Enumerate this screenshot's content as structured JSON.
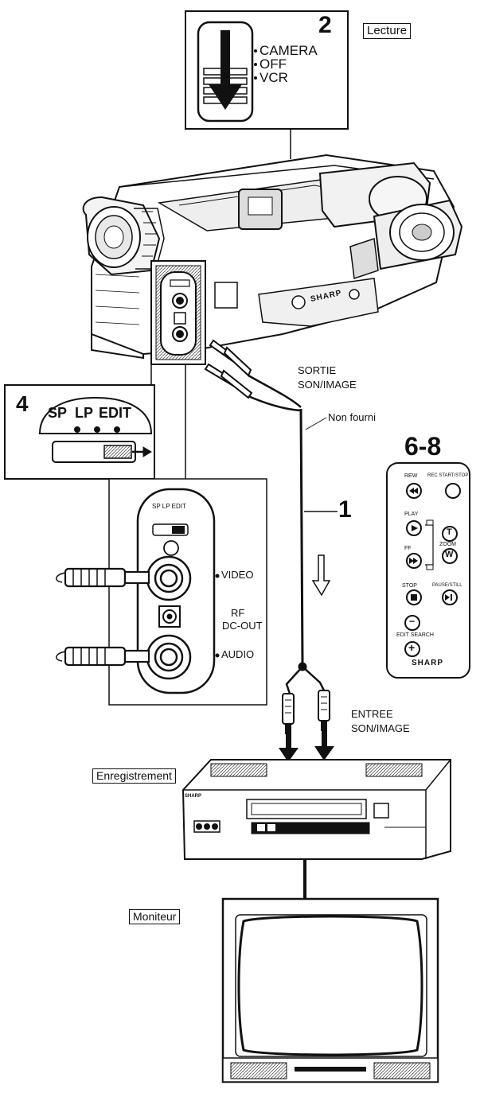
{
  "labels": {
    "lecture": "Lecture",
    "enregistrement": "Enregistrement",
    "moniteur": "Moniteur",
    "sortie_line1": "SORTIE",
    "sortie_line2": "SON/IMAGE",
    "non_fourni": "Non fourni",
    "entree_line1": "ENTREE",
    "entree_line2": "SON/IMAGE",
    "video": "VIDEO",
    "rf_line1": "RF",
    "rf_line2": "DC-OUT",
    "audio": "AUDIO"
  },
  "steps": {
    "step2": "2",
    "step4": "4",
    "step1": "1",
    "step68": "6-8"
  },
  "switch_panel": {
    "camera": "CAMERA",
    "off": "OFF",
    "vcr": "VCR"
  },
  "tape_speed": {
    "sp": "SP",
    "lp": "LP",
    "edit": "EDIT",
    "small_label": "SP LP EDIT"
  },
  "camcorder": {
    "brand": "SHARP"
  },
  "remote": {
    "rew": "REW",
    "rec_start_stop": "REC START/STOP",
    "play": "PLAY",
    "ff": "FF",
    "zoom": "ZOOM",
    "t": "T",
    "w": "W",
    "stop": "STOP",
    "pause_still": "PAUSE/STILL",
    "edit_search": "EDIT SEARCH",
    "minus": "−",
    "plus": "+",
    "brand": "SHARP"
  },
  "vcr": {
    "brand": "SHARP"
  },
  "colors": {
    "ink": "#111111",
    "paper": "#ffffff",
    "shade": "#cfcfcf"
  }
}
